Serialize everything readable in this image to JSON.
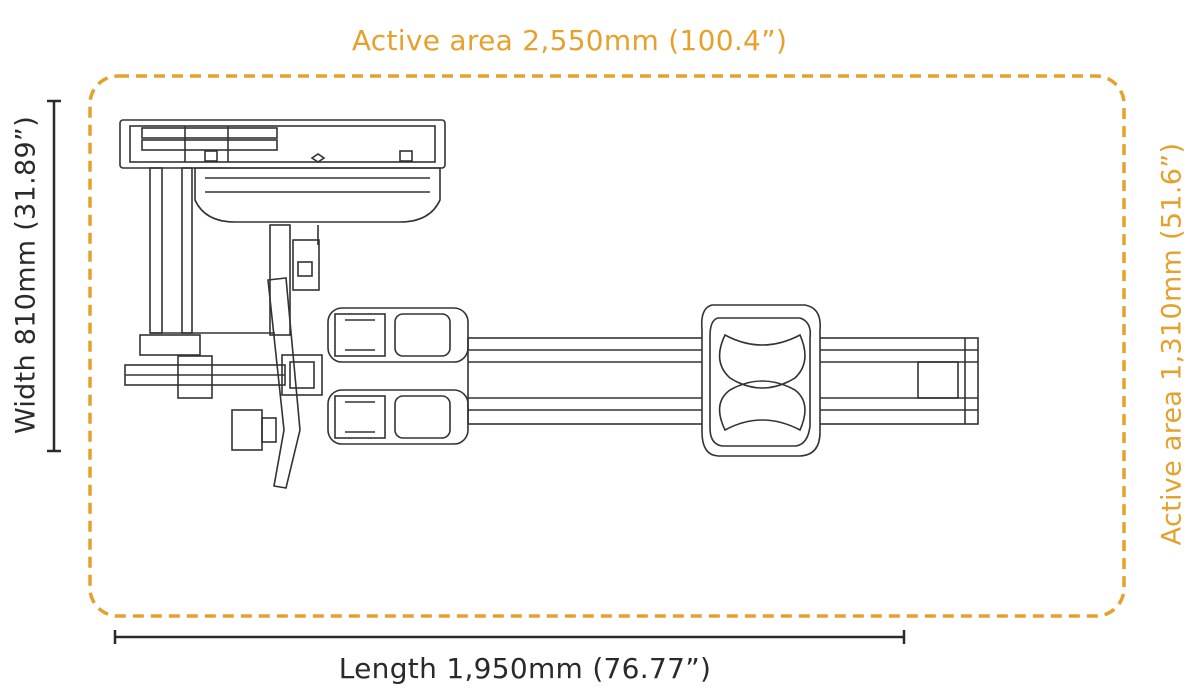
{
  "diagram": {
    "active_area_length_label": "Active area 2,550mm (100.4”)",
    "active_area_width_label": "Active area 1,310mm (51.6”)",
    "machine_length_label": "Length 1,950mm (76.77”)",
    "machine_width_label": "Width 810mm (31.89”)"
  },
  "colors": {
    "accent": "#E5A12B",
    "line": "#2a2a2a",
    "machine_stroke": "#333333"
  }
}
